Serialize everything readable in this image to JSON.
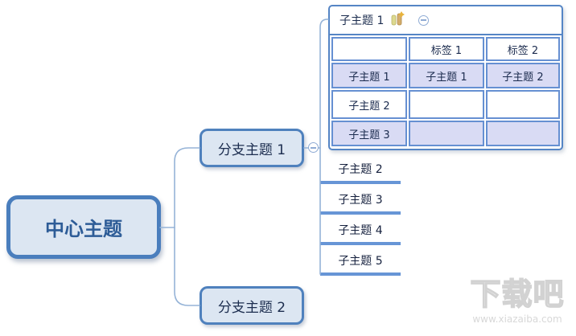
{
  "app": {
    "background": "#ffffff"
  },
  "colors": {
    "topic_fill": "#dce6f2",
    "topic_border": "#4a7ebd",
    "central_text": "#2d5c97",
    "dark_text": "#1c2d4f",
    "table_border": "#5585c5",
    "cell_border": "#6690d2",
    "cell_fill_alt": "#d9dbf4",
    "connector": "#95b3d7",
    "underline": "#6795d6"
  },
  "central_topic": {
    "label": "中心主题"
  },
  "branches": [
    {
      "label": "分支主题 1"
    },
    {
      "label": "分支主题 2"
    }
  ],
  "subtopic_table": {
    "title": "子主题 1",
    "title_icons": [
      "bar-chart-plus-icon",
      "collapse-minus-icon"
    ],
    "columns": [
      "",
      "标签 1",
      "标签 2"
    ],
    "rows": [
      [
        "子主题 1",
        "子主题 1",
        "子主题 2"
      ],
      [
        "子主题 2",
        "",
        ""
      ],
      [
        "子主题 3",
        "",
        ""
      ]
    ]
  },
  "subtopics": [
    {
      "label": "子主题 2"
    },
    {
      "label": "子主题 3"
    },
    {
      "label": "子主题 4"
    },
    {
      "label": "子主题 5"
    }
  ],
  "watermark": {
    "title": "下载吧",
    "url": "www.xiazaiba.com"
  }
}
